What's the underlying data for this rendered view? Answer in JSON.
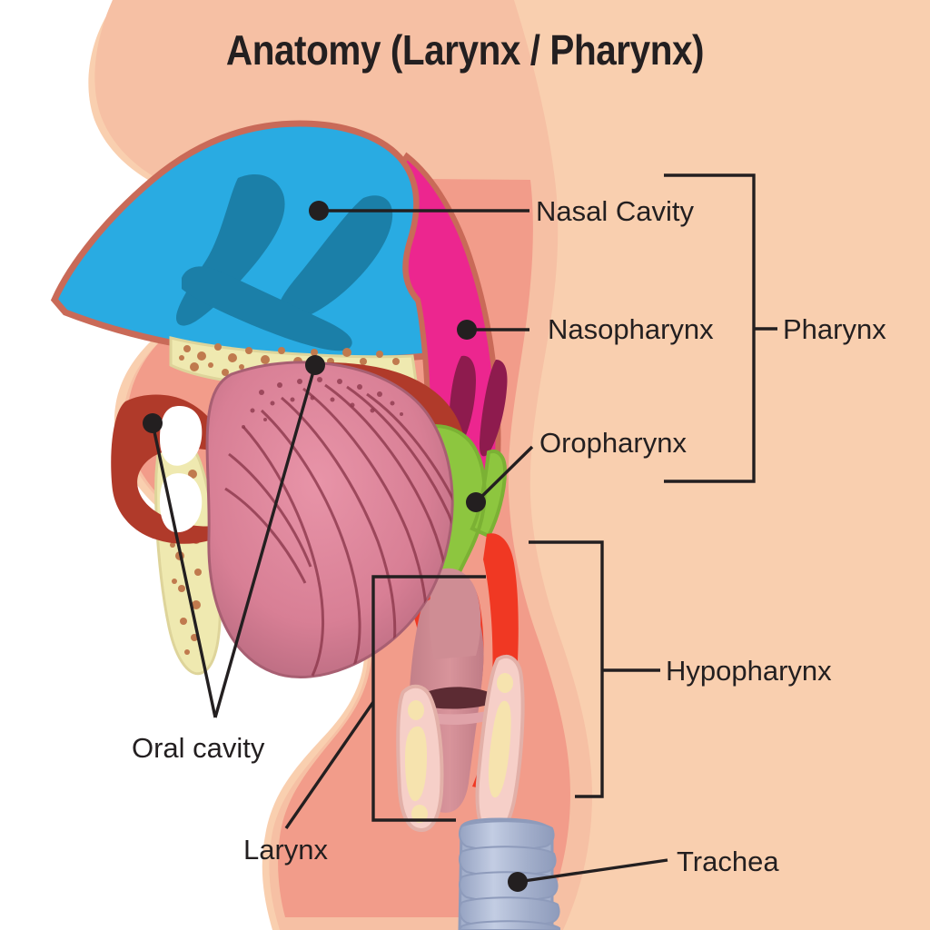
{
  "title": "Anatomy (Larynx / Pharynx)",
  "colors": {
    "background": "#f9cfaf",
    "outside": "#ffffff",
    "skin": "#f6c0a4",
    "face_inner": "#f29c8a",
    "nasal_cavity": "#29abe2",
    "nasal_turbinate": "#1b7fa8",
    "nasopharynx": "#ec268f",
    "nasopharynx_dark": "#8e1b4e",
    "oropharynx": "#8dc63f",
    "hypopharynx": "#f03823",
    "tongue": "#d87f95",
    "tongue_line": "#8e3a4e",
    "palate_red": "#b03a2a",
    "bone": "#efe9b0",
    "bone_speckle": "#c07a4e",
    "tooth": "#ffffff",
    "cartilage": "#f6cfc8",
    "cartilage_core": "#f6e3ae",
    "larynx_lumen": "#cf8d94",
    "trachea": "#a3afcb",
    "trachea_light": "#c3cde3",
    "leader": "#231f20",
    "text": "#231f20"
  },
  "labels": {
    "nasal_cavity": "Nasal Cavity",
    "nasopharynx": "Nasopharynx",
    "oropharynx": "Oropharynx",
    "pharynx": "Pharynx",
    "hypopharynx": "Hypopharynx",
    "trachea": "Trachea",
    "oral_cavity": "Oral cavity",
    "larynx": "Larynx"
  },
  "structures": [
    {
      "name": "nasal_cavity",
      "label": "Nasal Cavity",
      "color": "#29abe2",
      "marker": [
        351,
        232
      ]
    },
    {
      "name": "nasopharynx",
      "label": "Nasopharynx",
      "color": "#ec268f",
      "marker": [
        514,
        363
      ]
    },
    {
      "name": "oropharynx",
      "label": "Oropharynx",
      "color": "#8dc63f",
      "marker": [
        524,
        553
      ]
    },
    {
      "name": "hypopharynx",
      "label": "Hypopharynx",
      "color": "#f03823",
      "marker": null
    },
    {
      "name": "larynx",
      "label": "Larynx",
      "color": "#f6cfc8",
      "marker": null
    },
    {
      "name": "trachea",
      "label": "Trachea",
      "color": "#a3afcb",
      "marker": [
        570,
        971
      ]
    },
    {
      "name": "oral_cavity",
      "label": "Oral cavity",
      "color": "#d87f95",
      "marker": [
        168,
        466
      ]
    },
    {
      "name": "oral_cavity_2",
      "label": "Oral cavity",
      "color": "#b03a2a",
      "marker": [
        347,
        402
      ]
    }
  ],
  "brackets": [
    {
      "name": "pharynx-bracket",
      "groups": [
        "Nasal Cavity",
        "Nasopharynx",
        "Oropharynx"
      ],
      "label": "Pharynx"
    },
    {
      "name": "hypopharynx-bracket",
      "groups": [
        "Hypopharynx"
      ],
      "label": "Hypopharynx"
    },
    {
      "name": "larynx-bracket",
      "groups": [
        "Larynx"
      ],
      "label": "Larynx"
    }
  ]
}
